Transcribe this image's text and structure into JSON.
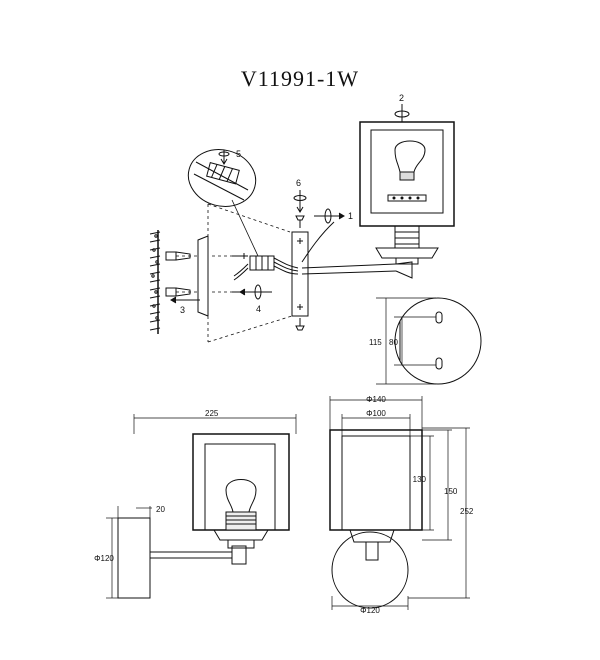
{
  "title": "V11991-1W",
  "steps": {
    "s1": "1",
    "s2": "2",
    "s3": "3",
    "s4": "4",
    "s5": "5",
    "s6": "6"
  },
  "dimensions": {
    "d115": "115",
    "d80": "80",
    "d225": "225",
    "d20": "20",
    "d_phi120_left": "Φ120",
    "d_phi140": "Φ140",
    "d_phi100": "Φ100",
    "d130": "130",
    "d150": "150",
    "d252": "252",
    "d_phi120_bottom": "Φ120"
  }
}
